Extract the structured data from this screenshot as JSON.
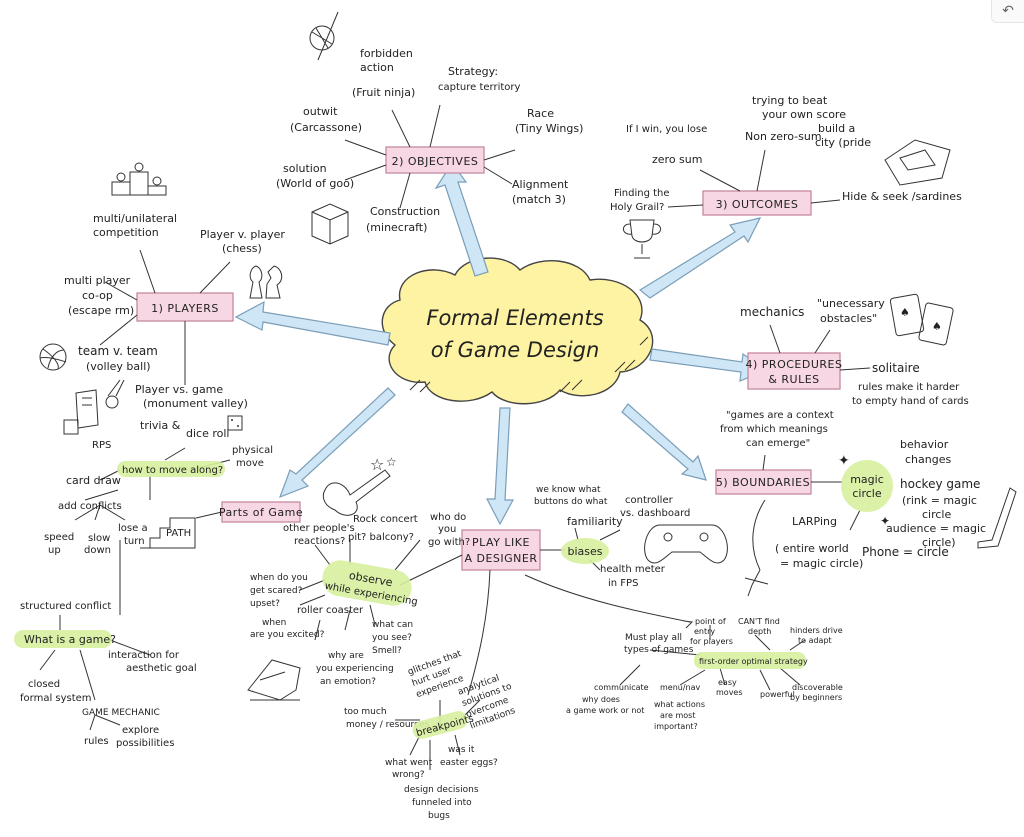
{
  "center": {
    "line1": "Formal Elements",
    "line2": "of Game Design"
  },
  "boxes": {
    "players": "1) PLAYERS",
    "objectives": "2) OBJECTIVES",
    "outcomes": "3) OUTCOMES",
    "procedures_1": "4) PROCEDURES",
    "procedures_2": "& RULES",
    "boundaries": "5) BOUNDARIES",
    "parts": "Parts of Game",
    "designer_1": "PLAY LIKE",
    "designer_2": "A DESIGNER"
  },
  "players": {
    "multi_1": "multi/unilateral",
    "multi_2": "competition",
    "pvp_1": "Player v. player",
    "pvp_2": "(chess)",
    "coop_1": "multi player",
    "coop_2": "co-op",
    "coop_3": "(escape rm)",
    "team_1": "team v. team",
    "team_2": "(volley ball)",
    "pvg_1": "Player vs. game",
    "pvg_2": "(monument valley)"
  },
  "objectives": {
    "forbidden_1": "forbidden",
    "forbidden_2": "action",
    "forbidden_3": "(Fruit ninja)",
    "strategy_1": "Strategy:",
    "strategy_2": "capture territory",
    "outwit_1": "outwit",
    "outwit_2": "(Carcassone)",
    "race_1": "Race",
    "race_2": "(Tiny Wings)",
    "solution_1": "solution",
    "solution_2": "(World of goo)",
    "align_1": "Alignment",
    "align_2": "(match 3)",
    "construct_1": "Construction",
    "construct_2": "(minecraft)"
  },
  "outcomes": {
    "beat_1": "trying to beat",
    "beat_2": "your own score",
    "nonzero": "Non zero-sum",
    "build_1": "build a",
    "build_2": "city (pride",
    "lose": "If I win, you lose",
    "zerosum": "zero sum",
    "grail_1": "Finding the",
    "grail_2": "Holy Grail?",
    "hide": "Hide & seek /sardines"
  },
  "procedures": {
    "mechanics": "mechanics",
    "obstacles_1": "\"unecessary",
    "obstacles_2": "obstacles\"",
    "solitaire": "solitaire",
    "rules_1": "rules make it harder",
    "rules_2": "to empty hand of cards"
  },
  "boundaries": {
    "context_1": "\"games are a context",
    "context_2": "from which meanings",
    "context_3": "can emerge\"",
    "magic_1": "magic",
    "magic_2": "circle",
    "behavior_1": "behavior",
    "behavior_2": "changes",
    "hockey_1": "hockey game",
    "hockey_2": "(rink = magic",
    "hockey_3": "circle",
    "hockey_4": "audience = magic",
    "hockey_5": "circle)",
    "larp": "LARPing",
    "world_1": "( entire world",
    "world_2": "= magic circle)",
    "phone": "Phone = circle"
  },
  "parts": {
    "rps": "RPS",
    "trivia": "trivia &",
    "diceroll": "dice roll",
    "physical_1": "physical",
    "physical_2": "move",
    "carddraw": "card draw",
    "howmove": "how to move along?",
    "conflicts": "add conflicts",
    "speed_1": "speed",
    "speed_2": "up",
    "slow_1": "slow",
    "slow_2": "down",
    "lose_1": "lose a",
    "lose_2": "turn",
    "path": "PATH"
  },
  "whatgame": {
    "structured": "structured conflict",
    "title": "What is a game?",
    "interaction_1": "interaction for",
    "interaction_2": "aesthetic goal",
    "closed_1": "closed",
    "closed_2": "formal system",
    "mechanic": "GAME MECHANIC",
    "rules": "rules",
    "explore_1": "explore",
    "explore_2": "possibilities"
  },
  "experience": {
    "title_1": "observe",
    "title_2": "while experiencing",
    "others_1": "other people's",
    "others_2": "reactions?",
    "rock_1": "Rock concert",
    "rock_2": "pit? balcony?",
    "who_1": "who do",
    "who_2": "you",
    "who_3": "go with?",
    "scared_1": "when do you",
    "scared_2": "get scared?",
    "scared_3": "upset?",
    "coaster": "roller coaster",
    "excited_1": "when",
    "excited_2": "are you excited?",
    "see_1": "what can",
    "see_2": "you see?",
    "see_3": "Smell?",
    "why_1": "why are",
    "why_2": "you experiencing",
    "why_3": "an emotion?"
  },
  "biases": {
    "title": "biases",
    "buttons_1": "we know what",
    "buttons_2": "buttons do what",
    "familiarity": "familiarity",
    "controller_1": "controller",
    "controller_2": "vs. dashboard",
    "health_1": "health meter",
    "health_2": "in FPS"
  },
  "breakpoints": {
    "title": "breakpoints",
    "glitches_1": "glitches that",
    "glitches_2": "hurt user",
    "glitches_3": "experience",
    "analytical_1": "analytical",
    "analytical_2": "solutions to",
    "analytical_3": "overcome",
    "analytical_4": "limitations",
    "toomuch_1": "too much",
    "toomuch_2": "money / resources",
    "wrong_1": "what went",
    "wrong_2": "wrong?",
    "easter_1": "was it",
    "easter_2": "easter eggs?",
    "design_1": "design decisions",
    "design_2": "funneled into",
    "design_3": "bugs"
  },
  "strategy": {
    "title": "first-order optimal strategy",
    "mustplay_1": "Must play all",
    "mustplay_2": "types of games",
    "entry_1": "point of",
    "entry_2": "entry",
    "entry_3": "for players",
    "cant_1": "CAN'T find",
    "cant_2": "depth",
    "hinders_1": "hinders drive",
    "hinders_2": "to adapt",
    "communicate": "communicate",
    "why_1": "why does",
    "why_2": "a game work or not",
    "menu": "menu/nav",
    "actions_1": "what actions",
    "actions_2": "are most",
    "actions_3": "important?",
    "easy_1": "easy",
    "easy_2": "moves",
    "powerful": "powerful",
    "discover_1": "discoverable",
    "discover_2": "by beginners"
  },
  "ui": {
    "undo_icon": "↶"
  }
}
